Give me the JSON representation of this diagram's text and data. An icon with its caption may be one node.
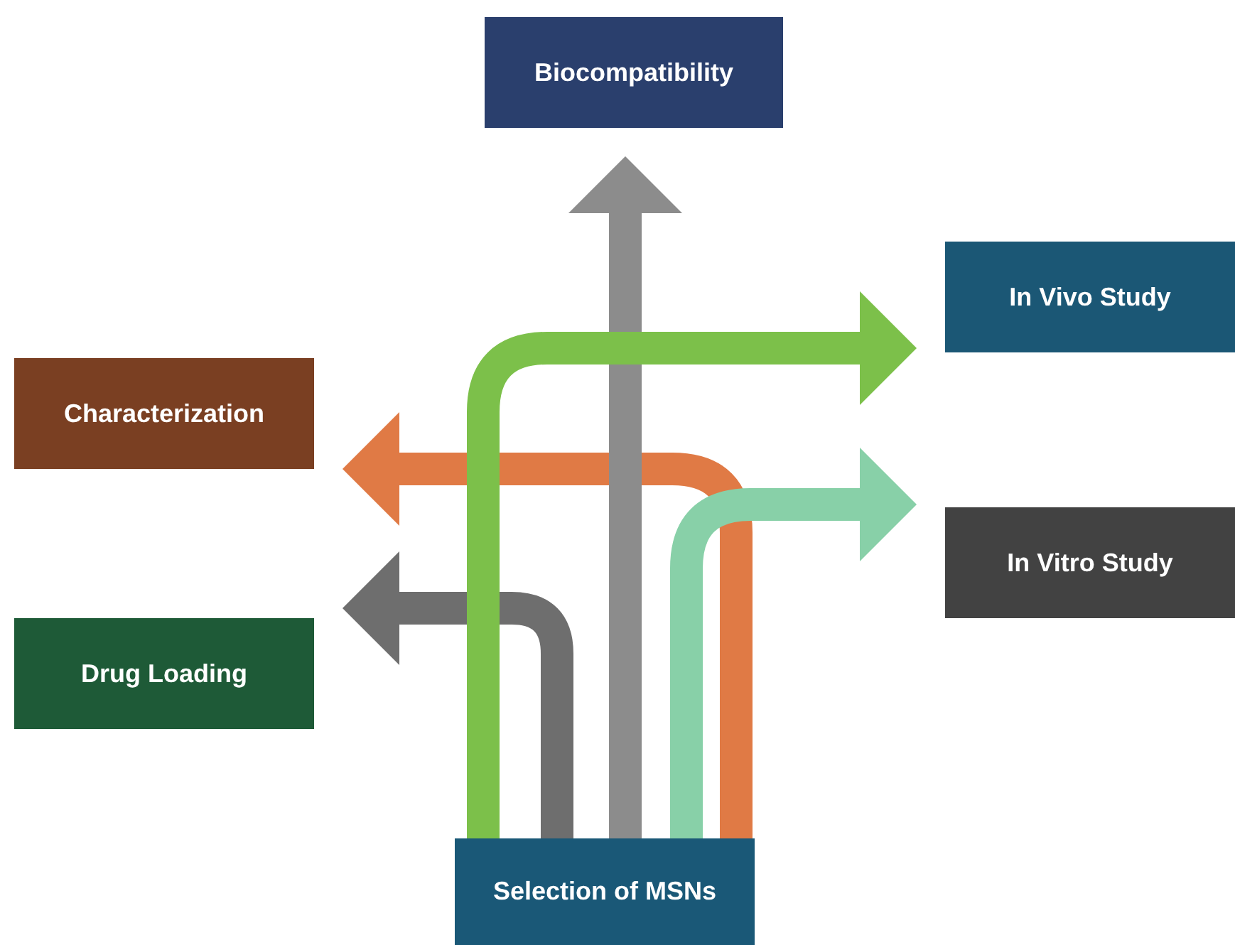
{
  "diagram": {
    "nodes": [
      {
        "text": [
          "Biocompatibility"
        ]
      },
      {
        "text": [
          "In Vivo Study"
        ]
      },
      {
        "text": [
          "Characterization"
        ]
      },
      {
        "text": [
          "In Vitro Study"
        ]
      },
      {
        "text": [
          "Drug Loading"
        ]
      },
      {
        "text": [
          "Selection of MSNs"
        ]
      }
    ],
    "edges": [
      {
        "from": 5,
        "to": 2,
        "arrow": "to",
        "color": "#e07a45"
      },
      {
        "from": 5,
        "to": 4,
        "arrow": "to",
        "color": "#6e6e6e"
      },
      {
        "from": 5,
        "to": 0,
        "arrow": "to",
        "color": "#8c8c8c"
      },
      {
        "from": 5,
        "to": 1,
        "arrow": "to",
        "color": "#7cc04a"
      },
      {
        "from": 5,
        "to": 3,
        "arrow": "to",
        "color": "#88d0a8"
      }
    ]
  }
}
